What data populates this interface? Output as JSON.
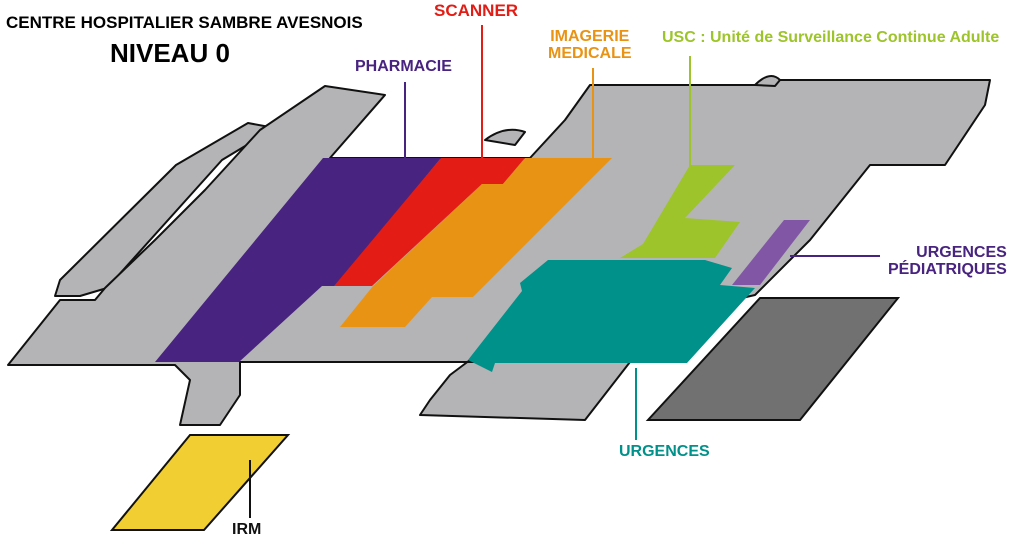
{
  "header": {
    "hospital": "CENTRE HOSPITALIER SAMBRE AVESNOIS",
    "level": "NIVEAU 0"
  },
  "colors": {
    "building": "#b4b4b6",
    "outline": "#111111",
    "pharmacie": "#48237f",
    "scanner": "#e31c15",
    "imagerie": "#e99314",
    "usc": "#9dc42a",
    "urgences": "#00918a",
    "urgences_pediatriques": "#8157a5",
    "irm": "#f1ce32",
    "dark_block": "#707170"
  },
  "zones": {
    "pharmacie": {
      "label": "PHARMACIE"
    },
    "scanner": {
      "label": "SCANNER"
    },
    "imagerie": {
      "line1": "IMAGERIE",
      "line2": "MEDICALE"
    },
    "usc": {
      "label": "USC : Unité de Surveillance Continue Adulte"
    },
    "urgences_pediatriques": {
      "line1": "URGENCES",
      "line2": "PÉDIATRIQUES"
    },
    "urgences": {
      "label": "URGENCES"
    },
    "irm": {
      "label": "IRM"
    }
  }
}
